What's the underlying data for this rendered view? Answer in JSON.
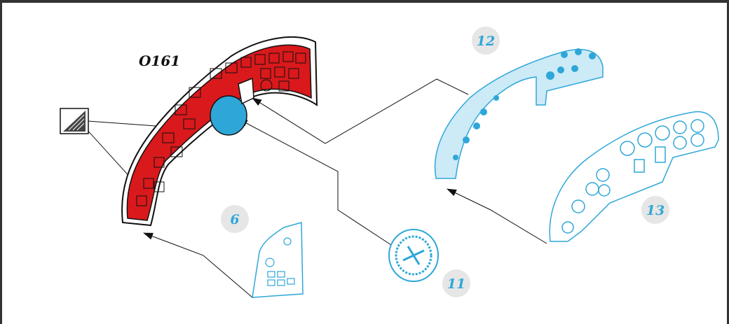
{
  "diagram": {
    "part_code": "O161",
    "parts": [
      {
        "id": "6",
        "label": "6"
      },
      {
        "id": "11",
        "label": "11"
      },
      {
        "id": "12",
        "label": "12"
      },
      {
        "id": "13",
        "label": "13"
      }
    ],
    "colors": {
      "photo_etch_red": "#d9191c",
      "clear_blue": "#2ea7d8",
      "clear_blue_fill": "#cdeaf7",
      "badge_grey": "#e6e6e6",
      "line": "#222222"
    },
    "icons": [
      "photo-etch-fret-icon"
    ]
  }
}
